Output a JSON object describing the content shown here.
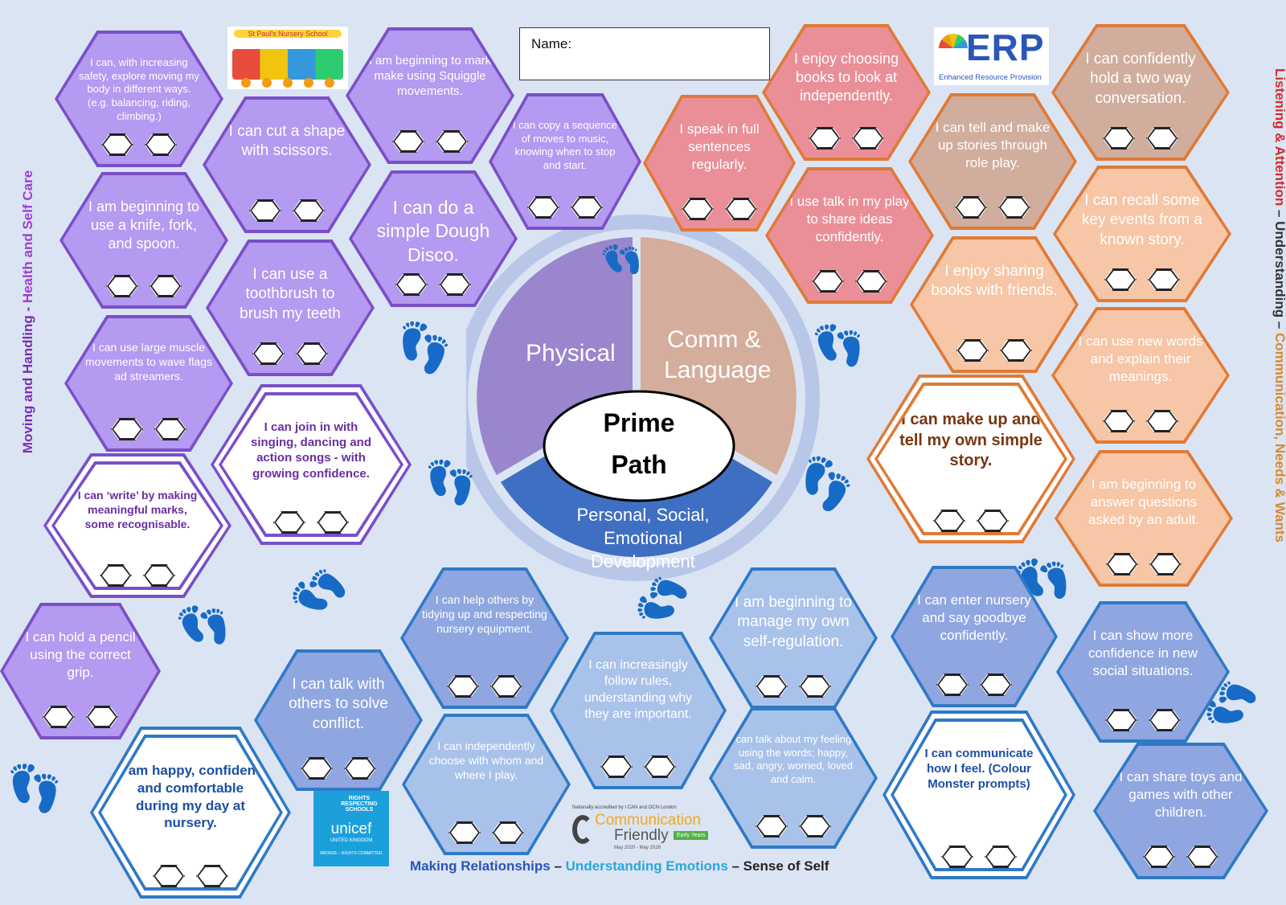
{
  "header": {
    "name_label": "Name:"
  },
  "logos": {
    "nursery": "St Paul's Nursery School",
    "erp_title": "ERP",
    "erp_sub": "Enhanced Resource Provision",
    "unicef_top": "RIGHTS RESPECTING SCHOOLS",
    "unicef_name": "unicef",
    "unicef_country": "UNITED KINGDOM",
    "unicef_bottom": "BRONZE – RIGHTS COMMITTED",
    "cf_small": "Nationally accredited by I CAN and OCN London",
    "cf_title": "Communication",
    "cf_title2": "Friendly",
    "cf_badge": "Early Years",
    "cf_date": "May 2020 - May 2026"
  },
  "center": {
    "title_line1": "Prime",
    "title_line2": "Path",
    "physical": "Physical",
    "comm_line1": "Comm &",
    "comm_line2": "Language",
    "pse_line1": "Personal, Social,",
    "pse_line2": "Emotional",
    "pse_line3": "Development"
  },
  "side_labels": {
    "left_a": "Moving and Handling - ",
    "left_b": "Health and Self Care",
    "right_a": "Listening & Attention",
    "right_b": " – Understanding – ",
    "right_c": "Communication, Needs & Wants",
    "bottom_a": "Making Relationships",
    "bottom_b": " – ",
    "bottom_c": "Understanding Emotions",
    "bottom_d": " – Sense of Self"
  },
  "hexes": [
    {
      "text": "I can, with increasing safety, explore moving my body in different ways. (e.g. balancing, riding, climbing.)"
    },
    {
      "text": "I can cut a shape with scissors."
    },
    {
      "text": "I am beginning to mark make using Squiggle movements."
    },
    {
      "text": "I can copy a sequence of moves to music, knowing when to stop and start."
    },
    {
      "text": "I am beginning to use a knife, fork, and spoon."
    },
    {
      "text": "I can do a simple Dough Disco."
    },
    {
      "text": "I can use a toothbrush to brush my teeth"
    },
    {
      "text": "I can use large muscle movements to wave flags ad streamers."
    },
    {
      "text": "I can join in with singing, dancing and action songs - with growing confidence."
    },
    {
      "text": "I can ‘write’ by making meaningful marks, some recognisable."
    },
    {
      "text": "I can hold a pencil using the correct grip."
    },
    {
      "text": "I speak in full sentences regularly."
    },
    {
      "text": "I enjoy choosing books to look at independently."
    },
    {
      "text": "I use talk in my play to share ideas confidently."
    },
    {
      "text": "I can tell and make up stories through role play."
    },
    {
      "text": "I can confidently hold a two way conversation."
    },
    {
      "text": "I can recall some key events from a known story."
    },
    {
      "text": "I enjoy sharing books with friends."
    },
    {
      "text": "I can use new words and explain their meanings."
    },
    {
      "text": "I can make up and tell my own simple story."
    },
    {
      "text": "I am beginning to answer questions asked by an adult."
    },
    {
      "text": "I can help others by tidying up and respecting nursery equipment."
    },
    {
      "text": "I can talk with others to solve conflict."
    },
    {
      "text": "I can increasingly follow rules, understanding why they are important."
    },
    {
      "text": "I am beginning to manage my own self-regulation."
    },
    {
      "text": "I can enter nursery and say goodbye confidently."
    },
    {
      "text": "I can show more confidence in new social situations."
    },
    {
      "text": "I am happy, confident and comfortable during my day at nursery."
    },
    {
      "text": "I can independently choose with whom and where I play."
    },
    {
      "text": "I can talk about my feelings using the words; happy, sad, angry, worried, loved and calm."
    },
    {
      "text": "I can communicate how I feel. (Colour Monster prompts)"
    },
    {
      "text": "I can share toys and games with other children."
    }
  ],
  "colors": {
    "purple": "#b49af0",
    "purple_border": "#7a4fc8",
    "pink": "#ea8f98",
    "pink_border": "#e07a36",
    "peach": "#f7c6a6",
    "brown": "#d0ad9c",
    "blue": "#8fa6e0",
    "blue_border": "#2f79c7",
    "lightblue": "#a9c2ea"
  }
}
